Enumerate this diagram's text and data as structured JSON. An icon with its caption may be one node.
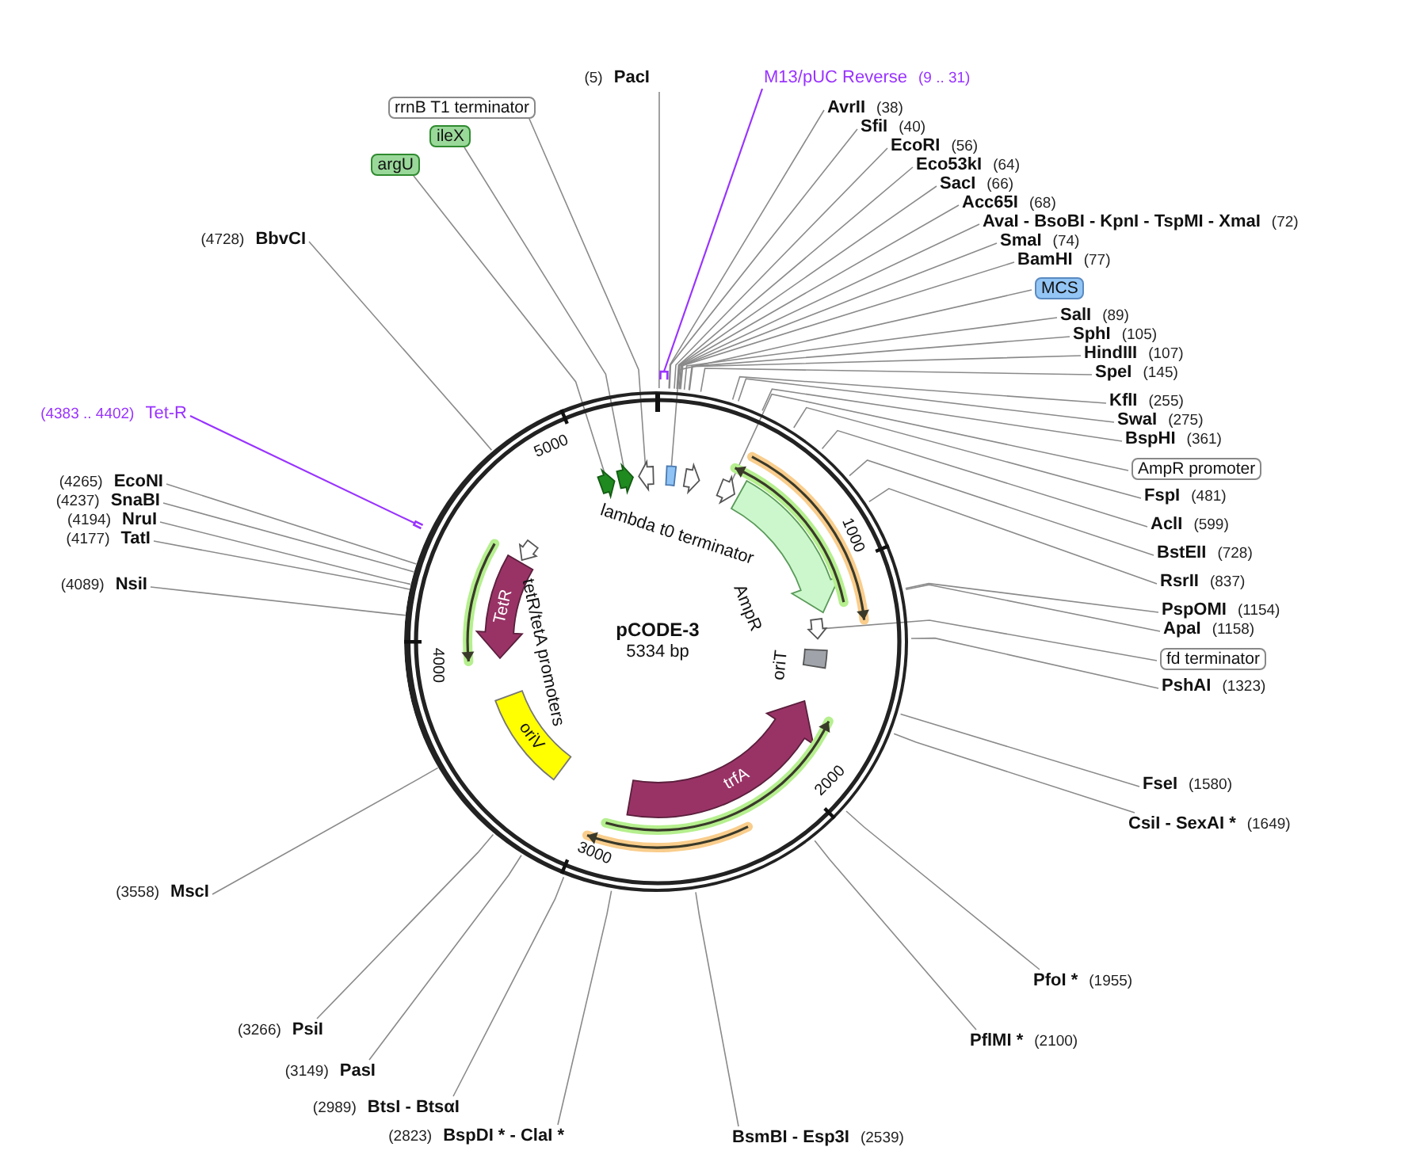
{
  "diagram": {
    "nodes": [
      {
        "text": [
          "pCODE-3",
          "5334 bp"
        ]
      },
      {
        "text": [],
        "shape": "arrow",
        "in": 0
      },
      {
        "text": [],
        "shape": "arrow",
        "in": 0
      },
      {
        "text": [],
        "shape": "arrow",
        "in": 0
      },
      {
        "text": [],
        "shape": "box",
        "in": 0
      },
      {
        "text": [
          "lambda t0 terminator"
        ],
        "in": 0
      },
      {
        "text": [],
        "shape": "arrow",
        "in": 0
      },
      {
        "text": [
          "AmpR"
        ],
        "in": 0
      },
      {
        "text": [],
        "shape": "arrow",
        "in": 0
      },
      {
        "text": [
          "oriT"
        ],
        "in": 0
      },
      {
        "text": [
          "trfA"
        ],
        "in": 0
      },
      {
        "text": [
          "oriV"
        ],
        "in": 0
      },
      {
        "text": [
          "TetR"
        ],
        "in": 0
      },
      {
        "text": [
          "tetR/tetA promoters"
        ],
        "in": 0
      },
      {
        "text": [],
        "shape": "bar"
      },
      {
        "text": [],
        "shape": "bar"
      },
      {
        "text": [
          "(5)",
          "PacI"
        ]
      },
      {
        "text": [
          "M13/pUC Reverse",
          "(9 .. 31)"
        ]
      },
      {
        "text": [
          "rrnB T1 terminator"
        ]
      },
      {
        "text": [
          "ileX"
        ]
      },
      {
        "text": [
          "argU"
        ]
      },
      {
        "text": [
          "AvrII",
          "(38)"
        ]
      },
      {
        "text": [
          "SfiI",
          "(40)"
        ]
      },
      {
        "text": [
          "EcoRI",
          "(56)"
        ]
      },
      {
        "text": [
          "Eco53kI",
          "(64)"
        ]
      },
      {
        "text": [
          "SacI",
          "(66)"
        ]
      },
      {
        "text": [
          "Acc65I",
          "(68)"
        ]
      },
      {
        "text": [
          "AvaI - BsoBI - KpnI - TspMI - XmaI",
          "(72)"
        ]
      },
      {
        "text": [
          "SmaI",
          "(74)"
        ]
      },
      {
        "text": [
          "BamHI",
          "(77)"
        ]
      },
      {
        "text": [
          "MCS"
        ]
      },
      {
        "text": [
          "SalI",
          "(89)"
        ]
      },
      {
        "text": [
          "SphI",
          "(105)"
        ]
      },
      {
        "text": [
          "HindIII",
          "(107)"
        ]
      },
      {
        "text": [
          "SpeI",
          "(145)"
        ]
      },
      {
        "text": [
          "(4728)",
          "BbvCI"
        ]
      },
      {
        "text": [
          "KflI",
          "(255)"
        ]
      },
      {
        "text": [
          "SwaI",
          "(275)"
        ]
      },
      {
        "text": [
          "BspHI",
          "(361)"
        ]
      },
      {
        "text": [
          "(4383 .. 4402)",
          "Tet-R"
        ]
      },
      {
        "text": [
          "AmpR promoter"
        ]
      },
      {
        "text": [
          "(4265)",
          "EcoNI"
        ]
      },
      {
        "text": [
          "FspI",
          "(481)"
        ]
      },
      {
        "text": [
          "(4237)",
          "SnaBI"
        ]
      },
      {
        "text": [
          "(4194)",
          "NruI"
        ]
      },
      {
        "text": [
          "AclI",
          "(599)"
        ]
      },
      {
        "text": [
          "(4177)",
          "TatI"
        ]
      },
      {
        "text": [
          "BstEII",
          "(728)"
        ]
      },
      {
        "text": [
          "RsrII",
          "(837)"
        ]
      },
      {
        "text": [
          "(4089)",
          "NsiI"
        ]
      },
      {
        "text": [
          "PspOMI",
          "(1154)"
        ]
      },
      {
        "text": [
          "ApaI",
          "(1158)"
        ]
      },
      {
        "text": [
          "fd terminator"
        ]
      },
      {
        "text": [
          "PshAI",
          "(1323)"
        ]
      },
      {
        "text": [
          "FseI",
          "(1580)"
        ]
      },
      {
        "text": [
          "CsiI - SexAI *",
          "(1649)"
        ]
      },
      {
        "text": [
          "(3558)",
          "MscI"
        ]
      },
      {
        "text": [
          "PfoI *",
          "(1955)"
        ]
      },
      {
        "text": [
          "(3266)",
          "PsiI"
        ]
      },
      {
        "text": [
          "PflMI *",
          "(2100)"
        ]
      },
      {
        "text": [
          "(3149)",
          "PasI"
        ]
      },
      {
        "text": [
          "(2989)",
          "BtsI - BtsαI"
        ]
      },
      {
        "text": [
          "(2823)",
          "BspDI * - ClaI *"
        ]
      },
      {
        "text": [
          "BsmBI - Esp3I",
          "(2539)"
        ]
      },
      {
        "text": [],
        "shape": "arrow",
        "in": 0
      },
      {
        "text": [],
        "shape": "arrow",
        "in": 0
      },
      {
        "text": [],
        "shape": "arrow",
        "in": 0
      },
      {
        "text": [],
        "shape": "arrow",
        "in": 0
      },
      {
        "text": [],
        "shape": "arrow",
        "in": 0
      }
    ],
    "edges": [
      {
        "from": 16,
        "to": 0,
        "arrow": "none"
      },
      {
        "from": 17,
        "to": 14,
        "arrow": "none",
        "color": "#9933ff"
      },
      {
        "from": 18,
        "to": 3,
        "arrow": "none"
      },
      {
        "from": 19,
        "to": 2,
        "arrow": "none"
      },
      {
        "from": 20,
        "to": 1,
        "arrow": "none"
      },
      {
        "from": 21,
        "to": 0,
        "arrow": "none"
      },
      {
        "from": 22,
        "to": 0,
        "arrow": "none"
      },
      {
        "from": 23,
        "to": 0,
        "arrow": "none"
      },
      {
        "from": 24,
        "to": 0,
        "arrow": "none"
      },
      {
        "from": 25,
        "to": 0,
        "arrow": "none"
      },
      {
        "from": 26,
        "to": 0,
        "arrow": "none"
      },
      {
        "from": 27,
        "to": 0,
        "arrow": "none"
      },
      {
        "from": 28,
        "to": 0,
        "arrow": "none"
      },
      {
        "from": 29,
        "to": 0,
        "arrow": "none"
      },
      {
        "from": 30,
        "to": 4,
        "arrow": "none"
      },
      {
        "from": 31,
        "to": 0,
        "arrow": "none"
      },
      {
        "from": 32,
        "to": 0,
        "arrow": "none"
      },
      {
        "from": 33,
        "to": 0,
        "arrow": "none"
      },
      {
        "from": 34,
        "to": 0,
        "arrow": "none"
      },
      {
        "from": 35,
        "to": 0,
        "arrow": "none"
      },
      {
        "from": 36,
        "to": 0,
        "arrow": "none"
      },
      {
        "from": 37,
        "to": 0,
        "arrow": "none"
      },
      {
        "from": 38,
        "to": 0,
        "arrow": "none"
      },
      {
        "from": 39,
        "to": 15,
        "arrow": "none",
        "color": "#9933ff"
      },
      {
        "from": 40,
        "to": 6,
        "arrow": "none"
      },
      {
        "from": 41,
        "to": 0,
        "arrow": "none"
      },
      {
        "from": 42,
        "to": 0,
        "arrow": "none"
      },
      {
        "from": 43,
        "to": 0,
        "arrow": "none"
      },
      {
        "from": 44,
        "to": 0,
        "arrow": "none"
      },
      {
        "from": 45,
        "to": 0,
        "arrow": "none"
      },
      {
        "from": 46,
        "to": 0,
        "arrow": "none"
      },
      {
        "from": 47,
        "to": 0,
        "arrow": "none"
      },
      {
        "from": 48,
        "to": 0,
        "arrow": "none"
      },
      {
        "from": 49,
        "to": 0,
        "arrow": "none"
      },
      {
        "from": 50,
        "to": 0,
        "arrow": "none"
      },
      {
        "from": 51,
        "to": 0,
        "arrow": "none"
      },
      {
        "from": 52,
        "to": 8,
        "arrow": "none"
      },
      {
        "from": 53,
        "to": 0,
        "arrow": "none"
      },
      {
        "from": 54,
        "to": 0,
        "arrow": "none"
      },
      {
        "from": 55,
        "to": 0,
        "arrow": "none"
      },
      {
        "from": 56,
        "to": 0,
        "arrow": "none"
      },
      {
        "from": 57,
        "to": 0,
        "arrow": "none"
      },
      {
        "from": 58,
        "to": 0,
        "arrow": "none"
      },
      {
        "from": 59,
        "to": 0,
        "arrow": "none"
      },
      {
        "from": 60,
        "to": 0,
        "arrow": "none"
      },
      {
        "from": 61,
        "to": 0,
        "arrow": "none"
      },
      {
        "from": 62,
        "to": 0,
        "arrow": "none"
      },
      {
        "from": 63,
        "to": 0,
        "arrow": "none"
      }
    ],
    "labels": [
      "5000",
      "1000",
      "4000",
      "2000",
      "3000"
    ]
  }
}
